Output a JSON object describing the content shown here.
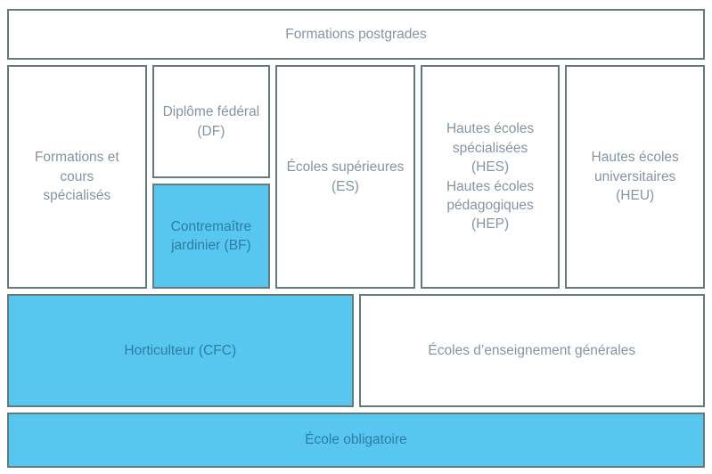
{
  "diagram_title": "Swiss education pathways diagram (horticulture)",
  "colors": {
    "highlight_fill": "#57C7F0",
    "highlight_text": "#2E7DA2",
    "box_border": "#66797B",
    "box_text": "#8694A1",
    "box_fill": "#FFFFFF"
  },
  "rows": {
    "postgrades": {
      "label": "Formations postgrades"
    },
    "tertiary": {
      "formations_cours": {
        "label": "Formations et cours\nspécialisés"
      },
      "diplome_federal": {
        "label": "Diplôme fédéral\n(DF)"
      },
      "contremaitre_jardinier": {
        "label": "Contremaître\njardinier (BF)",
        "highlighted": true
      },
      "ecoles_superieures": {
        "label": "Écoles supérieures\n(ES)"
      },
      "hautes_ecoles_hes_hep": {
        "label": "Hautes écoles\nspécialisées\n(HES)\nHautes écoles\npédagogiques\n(HEP)"
      },
      "hautes_ecoles_universitaires": {
        "label": "Hautes écoles\nuniversitaires\n(HEU)"
      }
    },
    "secondary": {
      "horticulteur": {
        "label": "Horticulteur (CFC)",
        "highlighted": true
      },
      "ecoles_enseignement": {
        "label": "Écoles d’enseignement générales"
      }
    },
    "obligatoire": {
      "label": "École obligatoire",
      "highlighted": true
    }
  }
}
